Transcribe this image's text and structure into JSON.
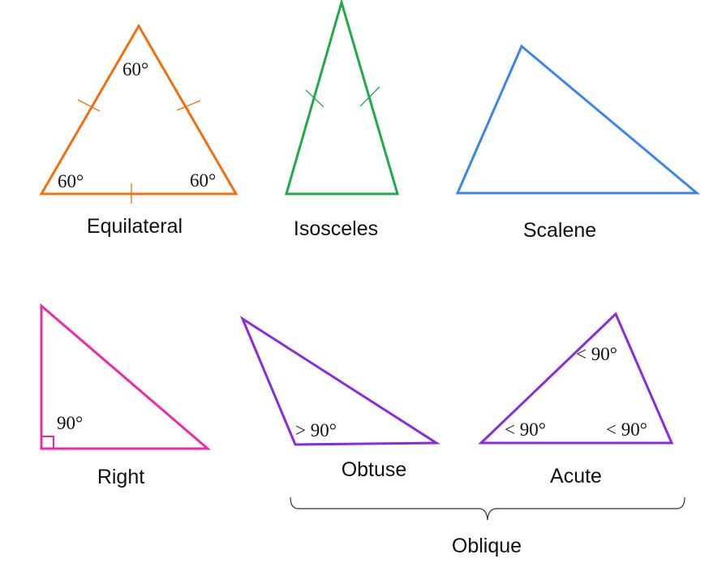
{
  "colors": {
    "equilateral": "#f07010",
    "isosceles": "#1faa4a",
    "scalene": "#3a86ee",
    "right": "#ee2aa8",
    "oblique": "#8a2be2",
    "bracket": "#333333"
  },
  "triangles": {
    "equilateral": {
      "name": "Equilateral",
      "angles": [
        "60°",
        "60°",
        "60°"
      ]
    },
    "isosceles": {
      "name": "Isosceles"
    },
    "scalene": {
      "name": "Scalene"
    },
    "right": {
      "name": "Right",
      "angle": "90°"
    },
    "obtuse": {
      "name": "Obtuse",
      "angle": "> 90°"
    },
    "acute": {
      "name": "Acute",
      "angles": [
        "< 90°",
        "< 90°",
        "< 90°"
      ]
    }
  },
  "group": {
    "label": "Oblique"
  }
}
